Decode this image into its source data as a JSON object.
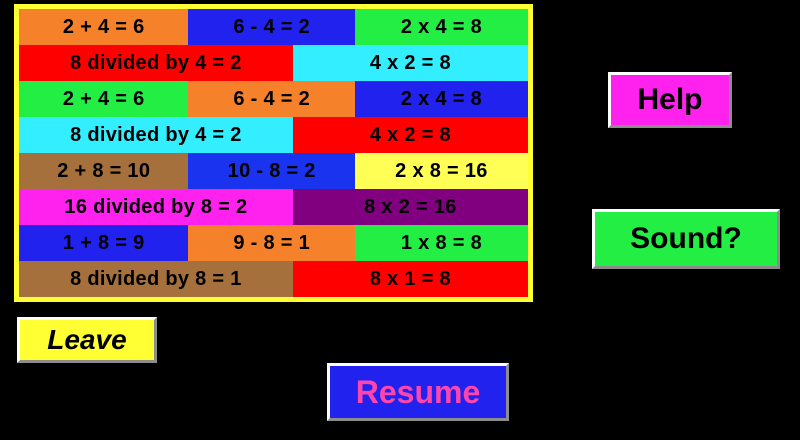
{
  "window": {
    "background_color": "#000000"
  },
  "grid": {
    "border_color": "#FFFF33",
    "rows": [
      {
        "layout": "three",
        "cells": [
          {
            "text": "2 + 4 = 6",
            "color": "#F5822A"
          },
          {
            "text": "6 - 4 = 2",
            "color": "#2222EE"
          },
          {
            "text": "2 x 4 = 8",
            "color": "#22EE44"
          }
        ]
      },
      {
        "layout": "two",
        "cells": [
          {
            "text": "8 divided by 4 = 2",
            "color": "#FF0000"
          },
          {
            "text": "4 x 2 = 8",
            "color": "#33EEFF"
          }
        ]
      },
      {
        "layout": "three",
        "cells": [
          {
            "text": "2 + 4 = 6",
            "color": "#22EE44"
          },
          {
            "text": "6 - 4 = 2",
            "color": "#F5822A"
          },
          {
            "text": "2 x 4 = 8",
            "color": "#2222EE"
          }
        ]
      },
      {
        "layout": "two",
        "cells": [
          {
            "text": "8 divided by 4 = 2",
            "color": "#33EEFF"
          },
          {
            "text": "4 x 2 = 8",
            "color": "#FF0000"
          }
        ]
      },
      {
        "layout": "three",
        "cells": [
          {
            "text": "2 + 8 = 10",
            "color": "#A5703C"
          },
          {
            "text": "10 - 8 = 2",
            "color": "#1A33EE"
          },
          {
            "text": "2 x 8 = 16",
            "color": "#FFFF55"
          }
        ]
      },
      {
        "layout": "two",
        "cells": [
          {
            "text": "16 divided by 8 = 2",
            "color": "#FF22EE"
          },
          {
            "text": "8 x 2 = 16",
            "color": "#800080"
          }
        ]
      },
      {
        "layout": "three",
        "cells": [
          {
            "text": "1 + 8 = 9",
            "color": "#2222EE"
          },
          {
            "text": "9 - 8 = 1",
            "color": "#F5822A"
          },
          {
            "text": "1 x 8 = 8",
            "color": "#22EE44"
          }
        ]
      },
      {
        "layout": "two",
        "cells": [
          {
            "text": "8 divided by 8 = 1",
            "color": "#A5703C"
          },
          {
            "text": "8 x 1 = 8",
            "color": "#FF0000"
          }
        ]
      }
    ]
  },
  "buttons": {
    "help": {
      "label": "Help",
      "background": "#FF22EE",
      "text_color": "#000000"
    },
    "sound": {
      "label": "Sound?",
      "background": "#22EE44",
      "text_color": "#000000"
    },
    "leave": {
      "label": "Leave",
      "background": "#FFFF33",
      "text_color": "#000000"
    },
    "resume": {
      "label": "Resume",
      "background": "#2222EE",
      "text_color": "#FF44AA"
    }
  }
}
